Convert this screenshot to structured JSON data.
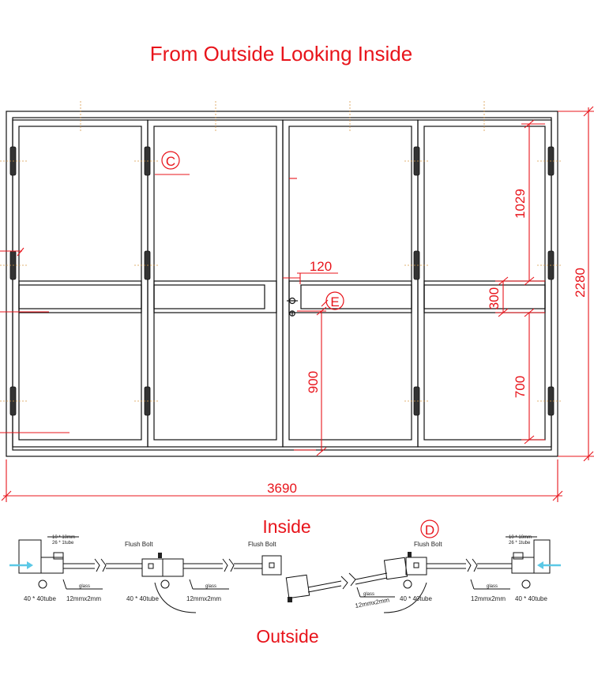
{
  "labels": {
    "title": "From Outside Looking Inside",
    "inside": "Inside",
    "outside": "Outside",
    "callout_c": "C",
    "callout_d": "D",
    "callout_e": "E"
  },
  "dimensions": {
    "total_width": "3690",
    "total_height": "2280",
    "d1029": "1029",
    "d300": "300",
    "d700": "700",
    "d900": "900",
    "d120": "120"
  },
  "plan_labels": {
    "tube_left": "40 * 40tube",
    "tube_mid": "40 * 40tube",
    "tube_right_mid": "40 * 40tube",
    "tube_right": "40 * 40tube",
    "glass_left": "12mmx2mm",
    "glass_mid": "12mmx2mm",
    "glass_right": "12mmx2mm",
    "glass_center": "12mmx2mm",
    "flush_bolt_1": "Flush Bolt",
    "flush_bolt_2": "Flush Bolt",
    "flush_bolt_3": "Flush Bolt",
    "glass_word_1": "glass",
    "glass_word_2": "glass",
    "glass_word_3": "glass",
    "glass_word_4": "glass",
    "spec_left_1": "10 * 10mm",
    "spec_left_2": "26 * 1tube",
    "spec_right_1": "10 * 10mm",
    "spec_right_2": "26 * 1tube"
  },
  "colors": {
    "annotation": "#e8141b",
    "frame": "#111111",
    "arrow": "#5bc8e6"
  }
}
